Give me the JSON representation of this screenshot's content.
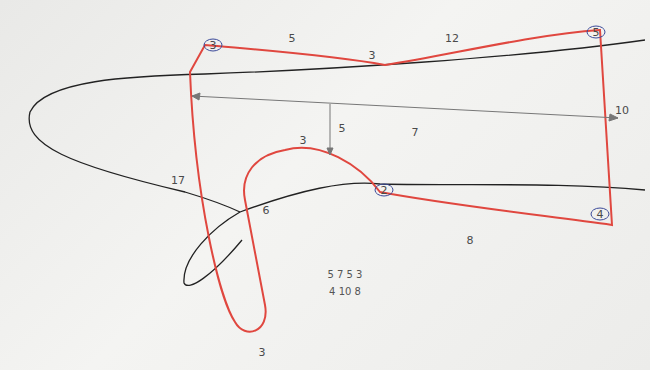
{
  "diagram": {
    "labels": [
      "3",
      "5",
      "3",
      "12",
      "5",
      "10",
      "7",
      "5",
      "3",
      "6",
      "2",
      "8",
      "4",
      "17",
      "3",
      "5 7 5 3",
      "4 10 8"
    ]
  }
}
